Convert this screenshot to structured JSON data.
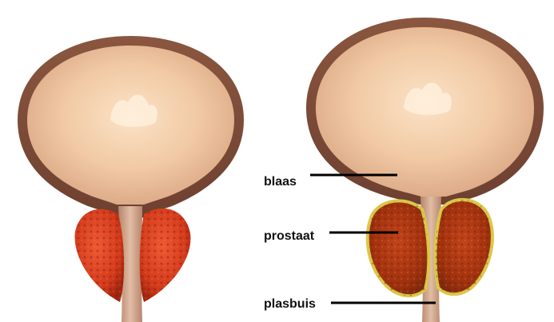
{
  "labels": {
    "bladder": "blaas",
    "prostate": "prostaat",
    "urethra": "plasbuis"
  },
  "colors": {
    "bladder_wall": "#7a4a36",
    "bladder_interior": "#f1c9a4",
    "healthy_prostate": "#d93a1c",
    "enlarged_prostate": "#b8350f",
    "enlarged_prostate_rim": "#d9c94a",
    "urethra": "#c99a82",
    "label_line": "#000000"
  }
}
